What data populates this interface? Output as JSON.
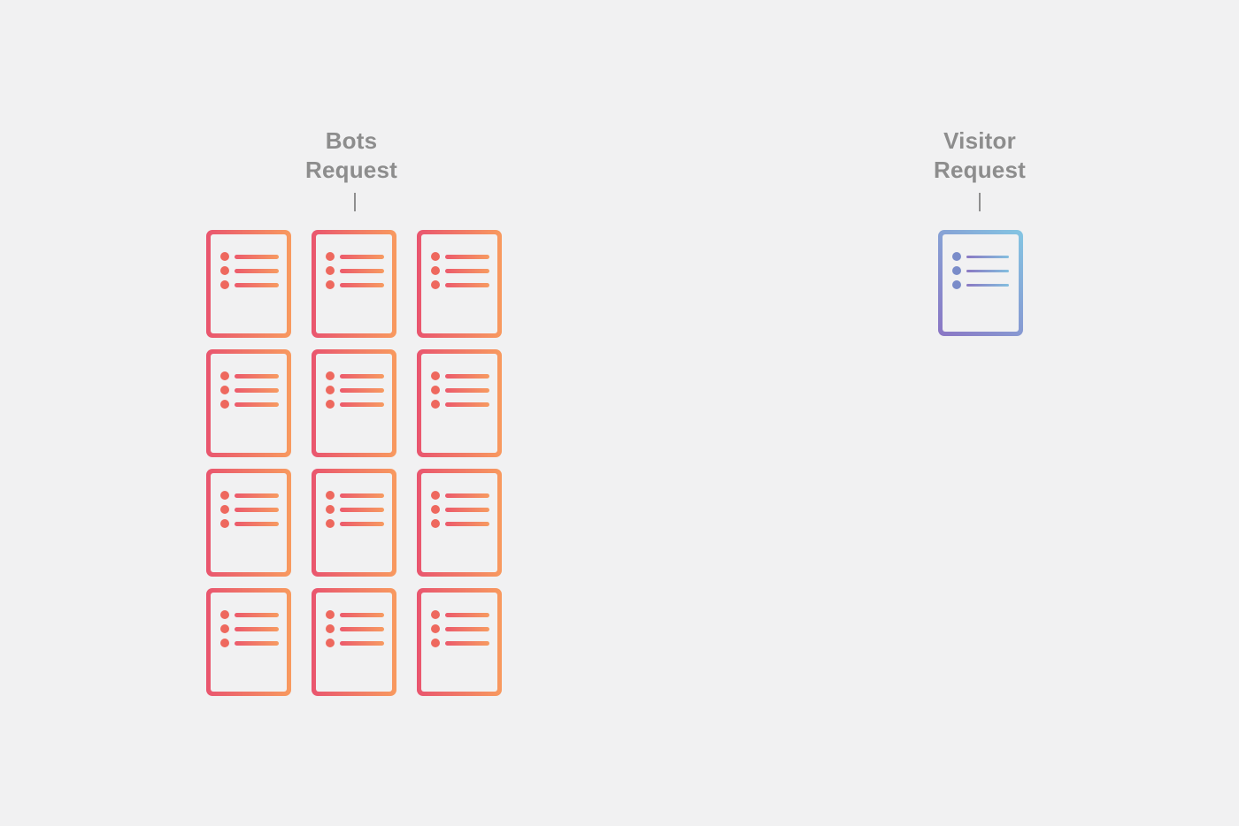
{
  "background": "#f1f1f2",
  "label_color": "#8d8d8d",
  "connector_color": "#8f8f8f",
  "bots": {
    "label": "Bots Request",
    "document_count": 12,
    "grid": {
      "columns": 3,
      "rows": 4
    },
    "icon": "document-list-icon",
    "colors": {
      "gradient_start": "#e9556f",
      "gradient_end": "#f89a5f",
      "bullet": "#ee685e",
      "line_start": "#ec5a6c",
      "line_end": "#f79b61"
    }
  },
  "visitor": {
    "label": "Visitor Request",
    "document_count": 1,
    "icon": "document-list-icon",
    "colors": {
      "gradient_start": "#84c6e3",
      "gradient_end": "#8a75c4",
      "bullet": "#7a8cc9",
      "line_start": "#8b78c3",
      "line_end": "#84bfdf"
    }
  }
}
